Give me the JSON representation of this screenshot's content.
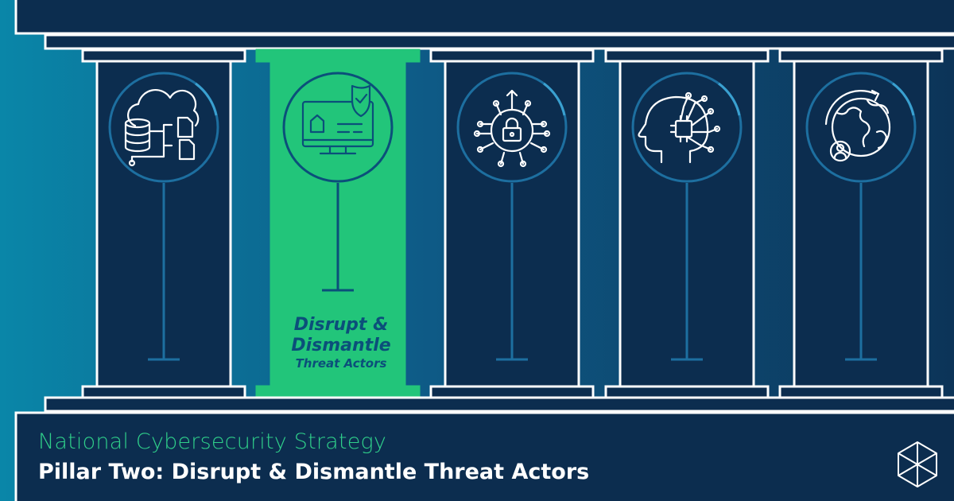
{
  "banner": {
    "subtitle": "National Cybersecurity Strategy",
    "title": "Pillar Two: Disrupt & Dismantle Threat Actors"
  },
  "colors": {
    "background_left": "#0a7fa3",
    "background_right": "#0c3458",
    "pillar_fill": "#0c2d4f",
    "highlight": "#22c57a",
    "outline": "#ffffff",
    "label_text": "#0b4f7a"
  },
  "pillars": [
    {
      "icon": "cloud-database-icon",
      "highlighted": false
    },
    {
      "icon": "monitor-shield-icon",
      "highlighted": true,
      "label_lines": [
        "Disrupt &",
        "Dismantle",
        "Threat Actors"
      ]
    },
    {
      "icon": "circuit-lock-icon",
      "highlighted": false
    },
    {
      "icon": "ai-head-icon",
      "highlighted": false
    },
    {
      "icon": "globe-user-icon",
      "highlighted": false
    }
  ],
  "logo": {
    "icon": "hexagon-cube-logo-icon"
  }
}
